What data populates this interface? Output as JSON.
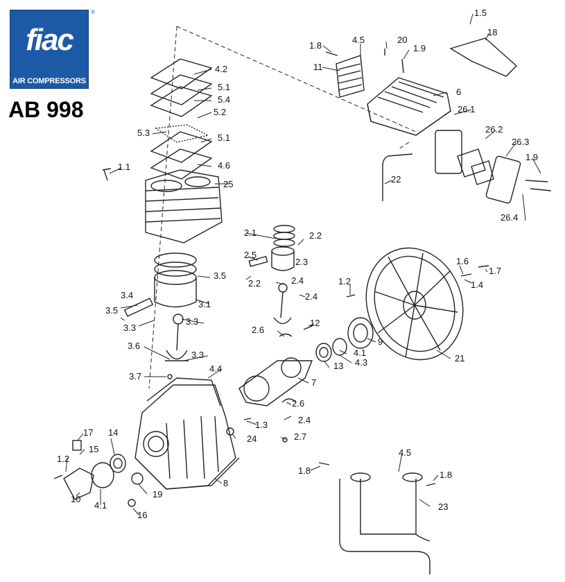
{
  "brand": {
    "logo_text": "fiac",
    "tagline": "AIR COMPRESSORS",
    "registered": "®"
  },
  "model": "AB 998",
  "callouts": [
    "4.2",
    "5.1",
    "5.4",
    "5.2",
    "5.3",
    "5.1",
    "4.6",
    "25",
    "1.1",
    "2.1",
    "2.2",
    "2.5",
    "2.3",
    "2.2",
    "3.5",
    "3.4",
    "3.1",
    "3.5",
    "3.3",
    "3.3",
    "3.6",
    "3.3",
    "3.7",
    "2.4",
    "2.4",
    "2.6",
    "12",
    "1.2",
    "4.4",
    "1.8",
    "4.5",
    "20",
    "1.9",
    "11",
    "6",
    "26.1",
    "26.2",
    "26.3",
    "1.9",
    "26.4",
    "22",
    "1.5",
    "18",
    "1.6",
    "1.7",
    "1.4",
    "9",
    "4.1",
    "4.3",
    "13",
    "21",
    "7",
    "2.6",
    "1.3",
    "2.4",
    "24",
    "2.7",
    "8",
    "17",
    "15",
    "14",
    "1.2",
    "10",
    "4.1",
    "19",
    "16",
    "1.8",
    "4.5",
    "1.8",
    "23"
  ]
}
